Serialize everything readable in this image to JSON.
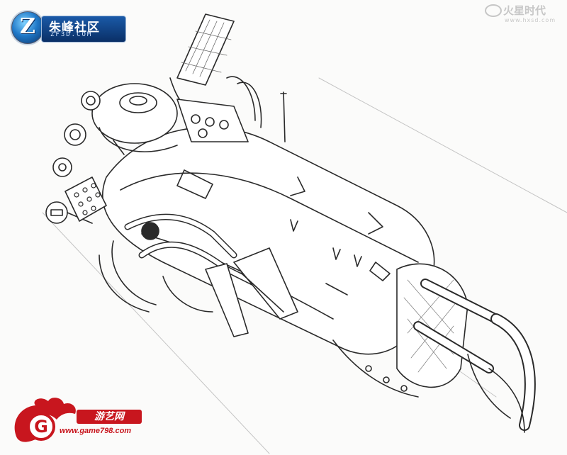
{
  "colors": {
    "paper": "#fbfbfa",
    "ink": "#2a2a2a",
    "logo_blue": "#0a2f66",
    "logo_red": "#c8161e"
  },
  "logos": {
    "top_left": {
      "badge": "Z",
      "name": "朱峰社区",
      "url": "ZF3D.COM"
    },
    "top_right": {
      "name": "火星时代",
      "url": "www.hxsd.com"
    },
    "bottom_left": {
      "letter": "G",
      "name": "游艺网",
      "url": "www.game798.com"
    }
  },
  "icons": {
    "top_left_badge": "z-badge-icon",
    "bottom_left_flame": "flame-g-logo-icon"
  }
}
